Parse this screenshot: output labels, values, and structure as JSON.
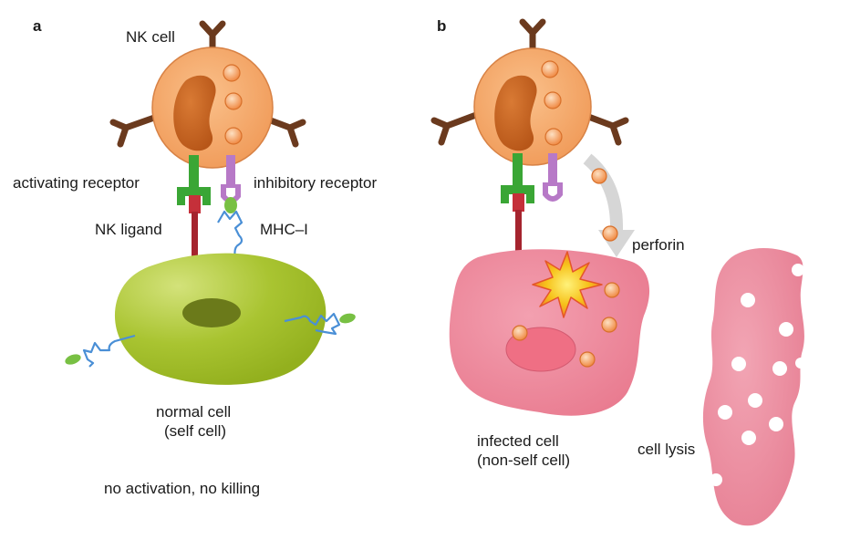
{
  "panel_a": {
    "letter": "a",
    "nk_cell": "NK cell",
    "activating_receptor": "activating receptor",
    "inhibitory_receptor": "inhibitory receptor",
    "nk_ligand": "NK ligand",
    "mhc": "MHC–I",
    "normal_cell_line1": "normal cell",
    "normal_cell_line2": "(self cell)",
    "outcome": "no activation, no killing"
  },
  "panel_b": {
    "letter": "b",
    "perforin": "perforin",
    "infected_line1": "infected cell",
    "infected_line2": "(non-self cell)",
    "lysis": "cell lysis"
  },
  "colors": {
    "nk_body": "#f4a66a",
    "nk_nucleus": "#c8621c",
    "antibody": "#6b3a1e",
    "activating": "#3aa635",
    "inhibitory": "#b779c7",
    "ligand": "#a5242e",
    "mhc": "#4a8fd6",
    "normal_cell": "#a2bf2c",
    "infected_cell": "#ec7f94",
    "perforin": "#f29a58",
    "arrow": "#d6d6d6"
  }
}
